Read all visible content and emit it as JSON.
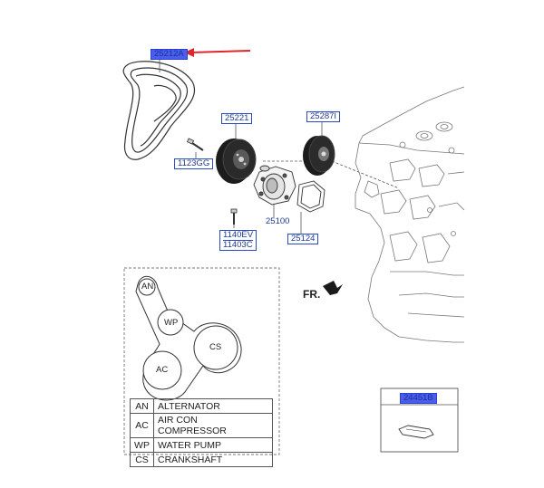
{
  "callouts": {
    "belt": "25212A",
    "idler_pulley": "25221",
    "tensioner": "25287I",
    "bolt_a": "1123GG",
    "water_pump": "25100",
    "gasket": "25124",
    "bolt_b_1": "1140EV",
    "bolt_b_2": "11403C",
    "label_part": "24451B"
  },
  "direction_label": "FR.",
  "belt_routing": {
    "pulleys": [
      "AN",
      "WP",
      "CS",
      "AC"
    ]
  },
  "legend": [
    {
      "code": "AN",
      "description": "ALTERNATOR"
    },
    {
      "code": "AC",
      "description": "AIR CON COMPRESSOR"
    },
    {
      "code": "WP",
      "description": "WATER PUMP"
    },
    {
      "code": "CS",
      "description": "CRANKSHAFT"
    }
  ],
  "colors": {
    "callout_highlight": "#4a5fe8",
    "arrow": "#e0262b",
    "line": "#333333"
  }
}
